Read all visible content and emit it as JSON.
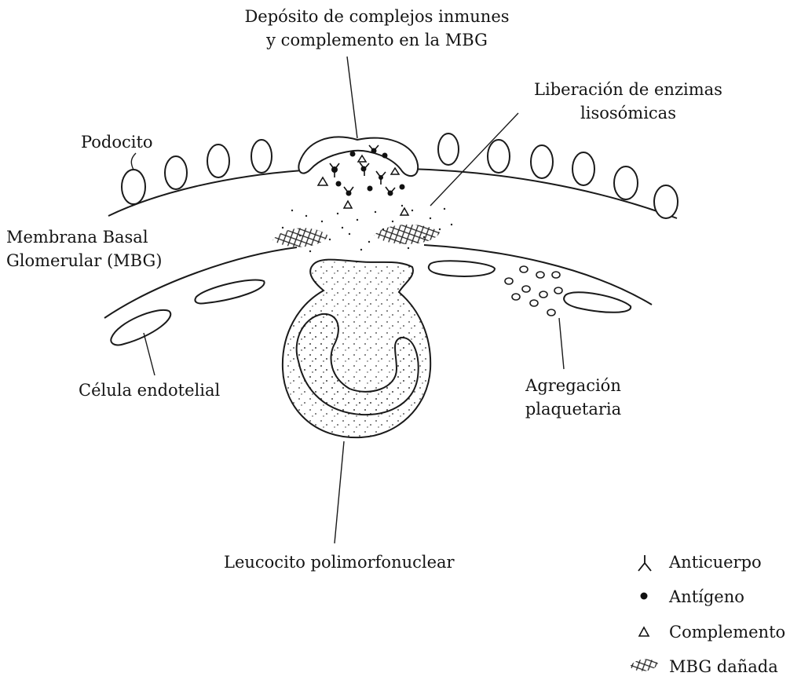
{
  "labels": {
    "deposito_line1": "Depósito de complejos inmunes",
    "deposito_line2": "y complemento en la MBG",
    "liberacion_line1": "Liberación de enzimas",
    "liberacion_line2": "lisosómicas",
    "podocito": "Podocito",
    "membrana_line1": "Membrana Basal",
    "membrana_line2": "Glomerular (MBG)",
    "celula_endotelial": "Célula endotelial",
    "agregacion_line1": "Agregación",
    "agregacion_line2": "plaquetaria",
    "leucocito": "Leucocito polimorfonuclear"
  },
  "legend": [
    {
      "symbol": "antibody-icon",
      "label": "Anticuerpo"
    },
    {
      "symbol": "antigen-icon",
      "label": "Antígeno"
    },
    {
      "symbol": "complement-icon",
      "label": "Complemento"
    },
    {
      "symbol": "damaged-gbm-icon",
      "label": "MBG dañada"
    }
  ]
}
